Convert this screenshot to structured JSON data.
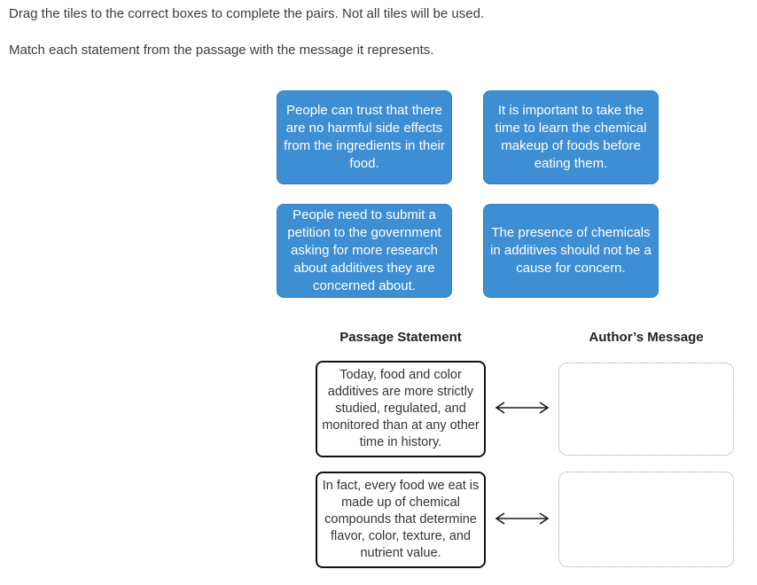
{
  "instructions": {
    "line1": "Drag the tiles to the correct boxes to complete the pairs. Not all tiles will be used.",
    "line2": "Match each statement from the passage with the message it represents."
  },
  "tiles": [
    {
      "label": "People can trust that there are no harmful side effects from the ingredients in their food."
    },
    {
      "label": "It is important to take the time to learn the chemical makeup of foods before eating them."
    },
    {
      "label": "People need to submit a petition to the government asking for more research about additives they are concerned about."
    },
    {
      "label": "The presence of chemicals in additives should not be a cause for concern."
    }
  ],
  "columns": {
    "left_header": "Passage Statement",
    "right_header": "Author’s Message"
  },
  "pairs": [
    {
      "statement": "Today, food and color additives are more strictly studied, regulated, and monitored than at any other time in history."
    },
    {
      "statement": "In fact, every food we eat is made up of chemical compounds that determine flavor, color, texture, and nutrient value."
    }
  ],
  "colors": {
    "tile_bg": "#3E8ED3",
    "tile_border": "#2D7FC4",
    "tile_text": "#FFFFFF",
    "statement_border": "#111111",
    "dropzone_border": "#999999",
    "text": "#3B3B3B"
  }
}
